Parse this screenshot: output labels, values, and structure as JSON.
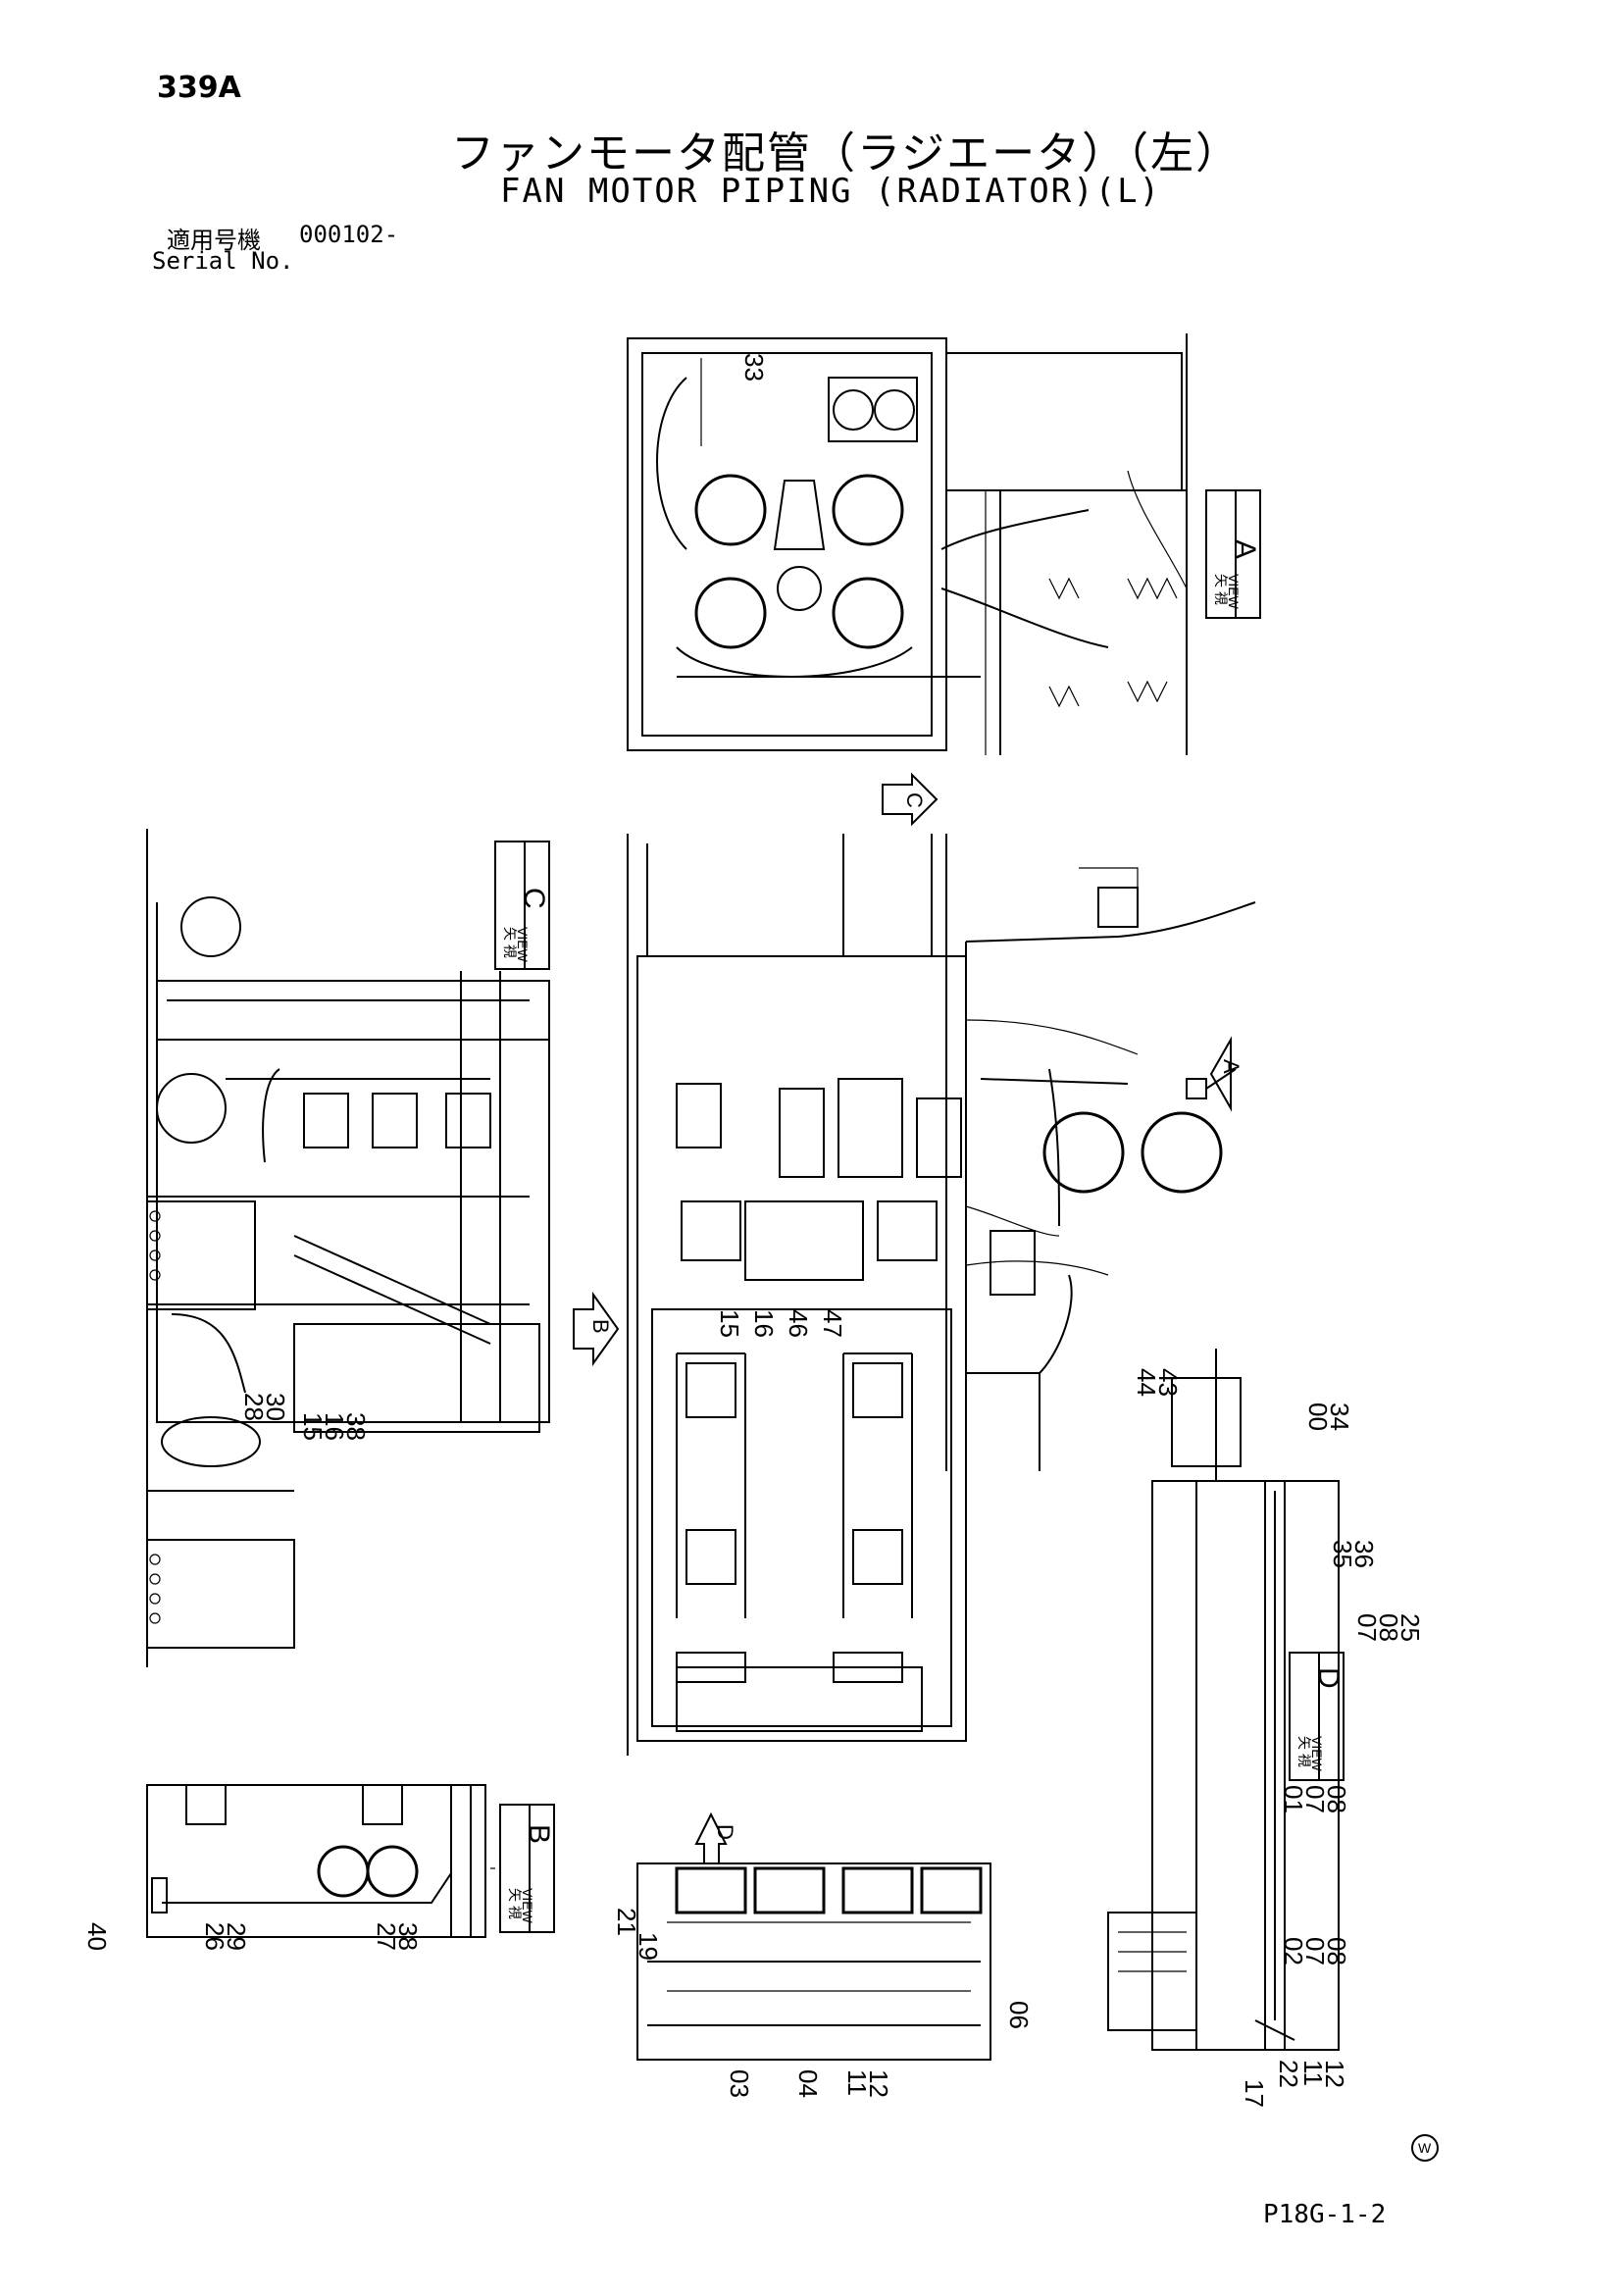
{
  "header": {
    "page_number": "339A",
    "title_jp": "ファンモータ配管（ラジエータ）（左）",
    "title_en": "FAN MOTOR PIPING (RADIATOR)(L)",
    "serial_label_jp": "適用号機",
    "serial_number": "000102-",
    "serial_label_en": "Serial No."
  },
  "footer": {
    "code": "P18G-1-2",
    "mark": "W"
  },
  "view_boxes": [
    {
      "letter": "A",
      "jp": "矢 視",
      "en": "VIEW"
    },
    {
      "letter": "C",
      "jp": "矢 視",
      "en": "VIEW"
    },
    {
      "letter": "D",
      "jp": "矢 視",
      "en": "VIEW"
    },
    {
      "letter": "B",
      "jp": "矢 視",
      "en": "VIEW"
    }
  ],
  "view_arrows": [
    "C",
    "A",
    "B",
    "D"
  ],
  "part_labels": {
    "view_a": [
      "33"
    ],
    "view_c": [
      "28",
      "30",
      "15",
      "16",
      "38"
    ],
    "main": [
      "15",
      "16",
      "46",
      "47"
    ],
    "view_b": [
      "40",
      "26",
      "29",
      "27",
      "38"
    ],
    "view_d_bottom": [
      "21",
      "19",
      "03",
      "04",
      "11",
      "12",
      "06"
    ],
    "view_d_right": [
      "44",
      "43",
      "00",
      "34",
      "35",
      "36",
      "07",
      "08",
      "25",
      "01",
      "07",
      "08",
      "02",
      "07",
      "08",
      "11",
      "12",
      "22",
      "17"
    ]
  }
}
